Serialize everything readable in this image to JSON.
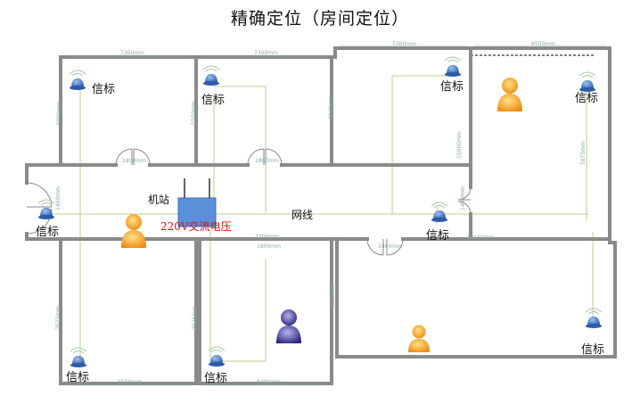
{
  "title": "精确定位（房间定位）",
  "beacon_label": "信标",
  "base_station_label": "机站",
  "power_label": "220V交流电压",
  "network_label": "网线",
  "dimensions": {
    "room1_width": "7300mm",
    "room2_width": "7300mm",
    "room3_width": "7300mm",
    "room4_width": "8500mm",
    "room1_height": "5500mm",
    "room2_height": "5500mm",
    "room3_height": "6125mm",
    "room3_lower": "10000mm",
    "room4_height": "5875mm",
    "door1": "1800mm",
    "door2": "1800mm",
    "corridor_left": "1400mm",
    "corridor_right": "1400mm",
    "corridor_mid": "7300mm",
    "corridor_door": "1800mm",
    "door3": "1800mm",
    "lower_right_width": "14150mm",
    "room5_height": "7625mm",
    "room6_height": "7625mm",
    "room7_height": "6125mm",
    "room5_width": "6500mm",
    "room6_width": "6400mm"
  },
  "colors": {
    "wall": "#8a8a8a",
    "cable": "#b8cf8a",
    "beacon_blue": "#3f6fb5",
    "person_orange": "#f39a1b",
    "person_purple": "#4a3f9e",
    "station_blue": "#5b8fd9"
  }
}
